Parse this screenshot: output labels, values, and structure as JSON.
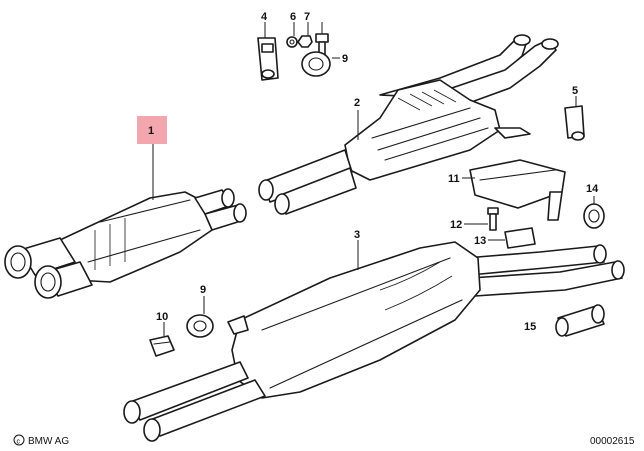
{
  "diagram": {
    "callouts": [
      {
        "id": "1",
        "label": "1"
      },
      {
        "id": "2",
        "label": "2"
      },
      {
        "id": "3",
        "label": "3"
      },
      {
        "id": "4",
        "label": "4"
      },
      {
        "id": "5",
        "label": "5"
      },
      {
        "id": "6",
        "label": "6"
      },
      {
        "id": "7",
        "label": "7"
      },
      {
        "id": "9a",
        "label": "9"
      },
      {
        "id": "9b",
        "label": "9"
      },
      {
        "id": "10",
        "label": "10"
      },
      {
        "id": "11",
        "label": "11"
      },
      {
        "id": "12",
        "label": "12"
      },
      {
        "id": "13",
        "label": "13"
      },
      {
        "id": "14",
        "label": "14"
      },
      {
        "id": "15",
        "label": "15"
      }
    ],
    "highlight_color": "#f4a6ae",
    "footer_left": "BMW AG",
    "footer_right": "00002615"
  }
}
